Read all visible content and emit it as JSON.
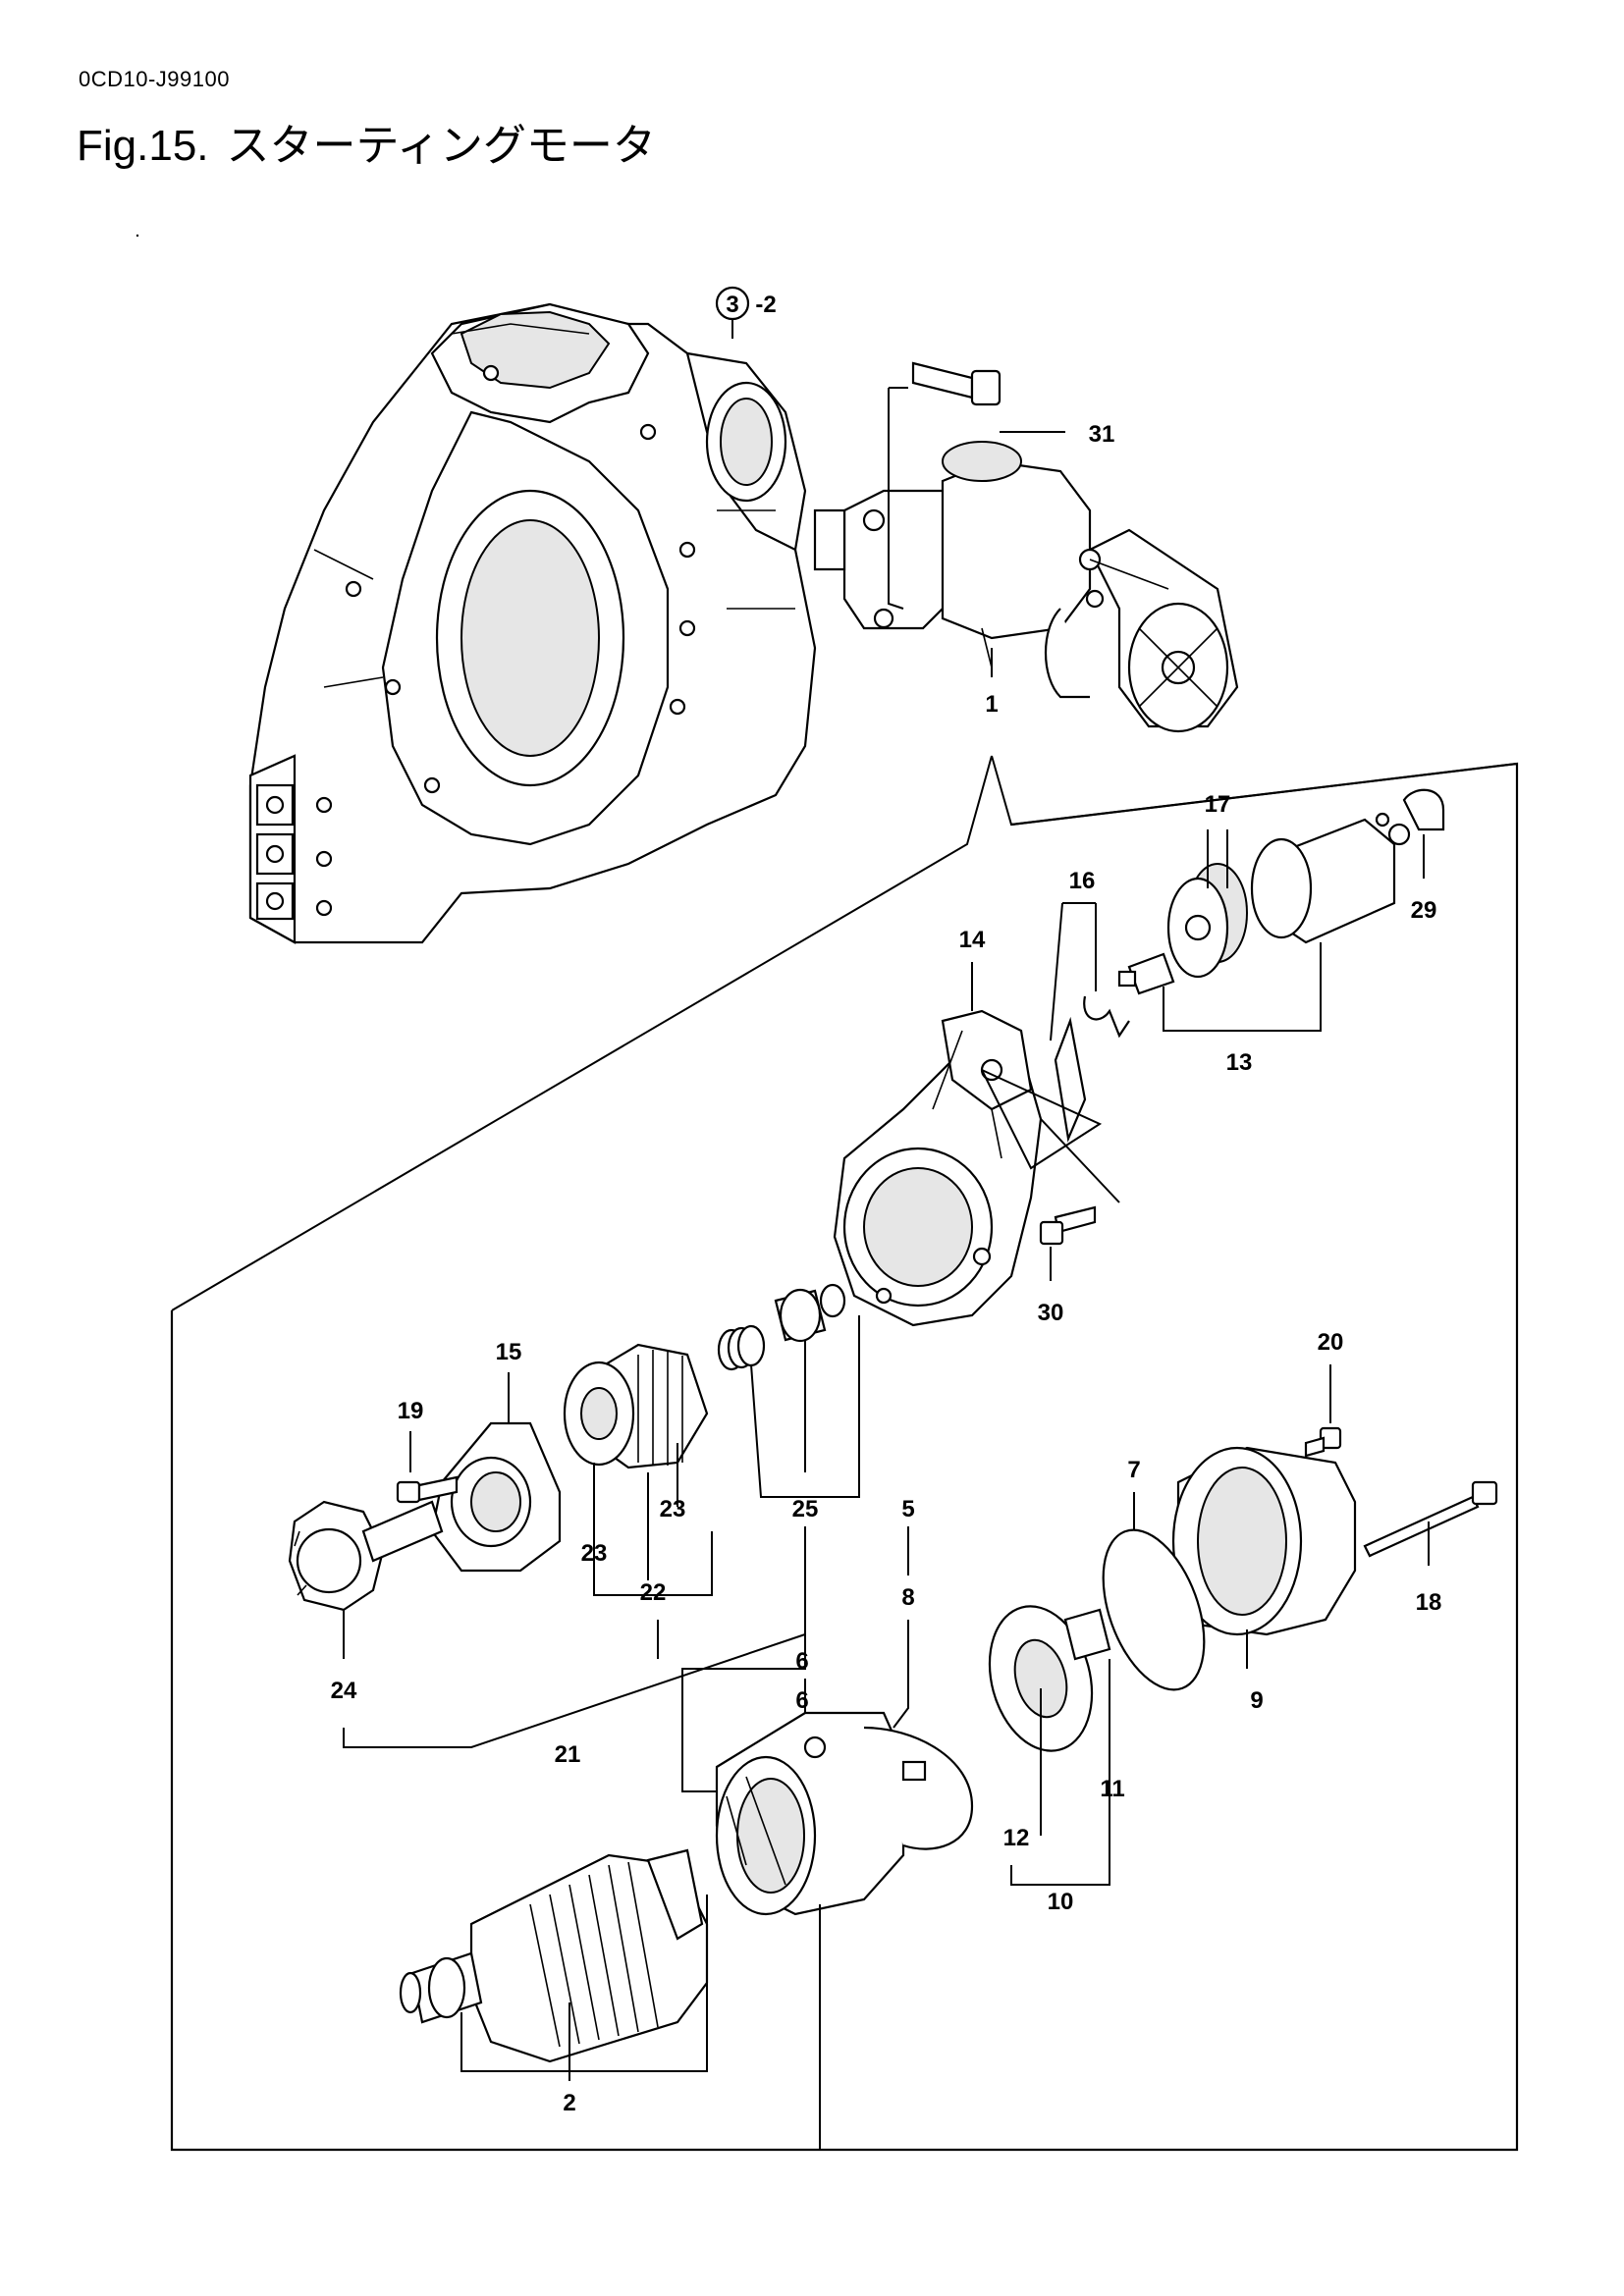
{
  "header": {
    "doc_code": "0CD10-J99100",
    "fig_number": "Fig.15.",
    "fig_title": "スターティングモータ"
  },
  "reference": {
    "circled": "3",
    "suffix": "-2"
  },
  "callouts": {
    "c1": "1",
    "c2": "2",
    "c5": "5",
    "c6": "6",
    "c6b": "6",
    "c7": "7",
    "c8": "8",
    "c9": "9",
    "c10": "10",
    "c11": "11",
    "c12": "12",
    "c13": "13",
    "c14": "14",
    "c15": "15",
    "c16": "16",
    "c17": "17",
    "c18": "18",
    "c19": "19",
    "c20": "20",
    "c21": "21",
    "c22": "22",
    "c23a": "23",
    "c23b": "23",
    "c24": "24",
    "c25": "25",
    "c29": "29",
    "c30": "30",
    "c31": "31"
  }
}
